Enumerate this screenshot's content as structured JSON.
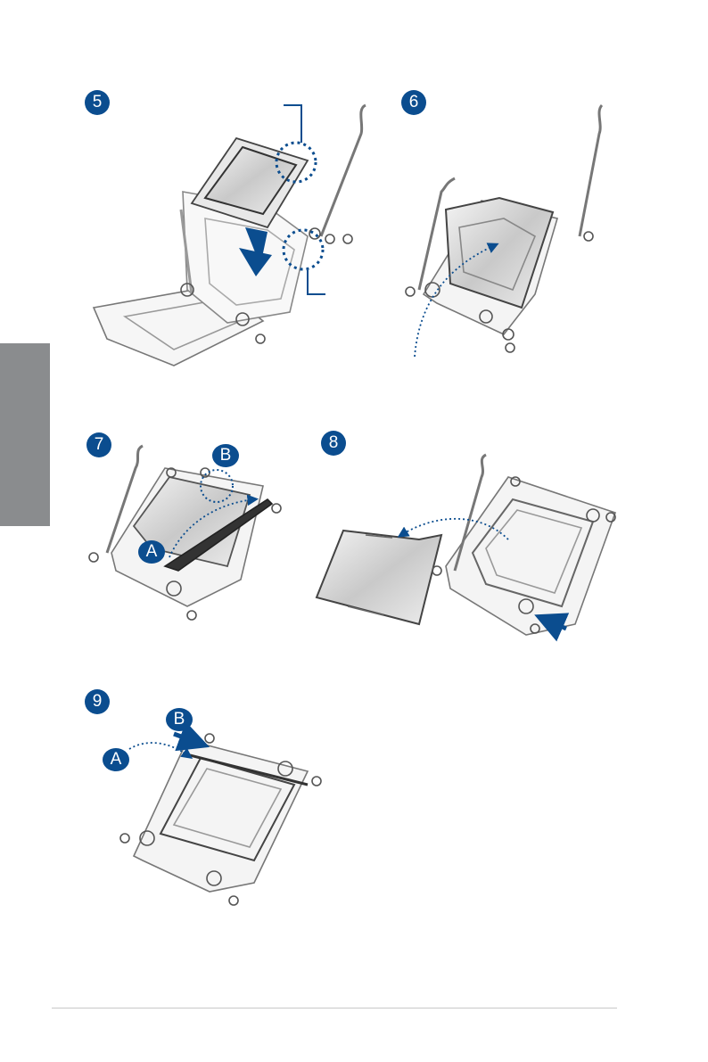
{
  "colors": {
    "accent": "#0b4d8f",
    "side_tab": "#8a8c8e",
    "footer_rule": "#c8c8c8"
  },
  "steps": [
    {
      "number": "5",
      "icon": "cpu-insert-illustration"
    },
    {
      "number": "6",
      "icon": "load-plate-close-illustration"
    },
    {
      "number": "7",
      "icon": "lever-a-lock-illustration",
      "callouts": [
        "B",
        "A"
      ]
    },
    {
      "number": "8",
      "icon": "pnp-cap-removal-illustration"
    },
    {
      "number": "9",
      "icon": "lever-b-lock-illustration",
      "callouts": [
        "B",
        "A"
      ]
    }
  ]
}
